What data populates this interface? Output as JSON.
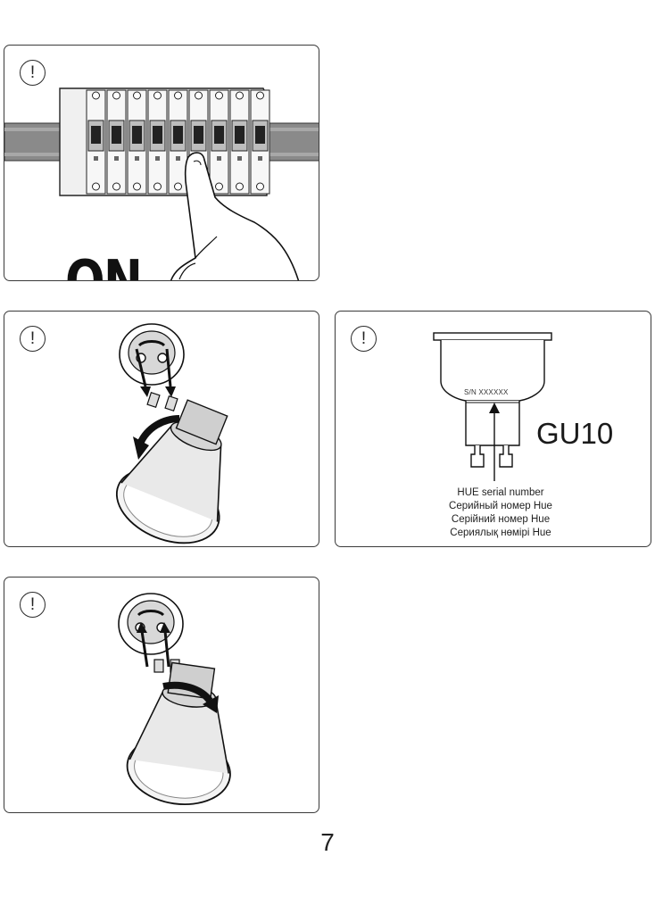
{
  "panels": {
    "power": {
      "warning_symbol": "!",
      "label": "ON",
      "icon": "circuit-breaker-panel"
    },
    "install": {
      "warning_symbol": "!",
      "icon": "gu10-bulb-twist-in"
    },
    "serial": {
      "warning_symbol": "!",
      "sn_label": "S/N XXXXXX",
      "model": "GU10",
      "captions": [
        "HUE serial number",
        "Серийный номер Hue",
        "Серійний номер Hue",
        "Сериялық нөмірі Hue"
      ]
    },
    "remove": {
      "warning_symbol": "!",
      "icon": "gu10-bulb-twist-out"
    }
  },
  "page_number": "7"
}
